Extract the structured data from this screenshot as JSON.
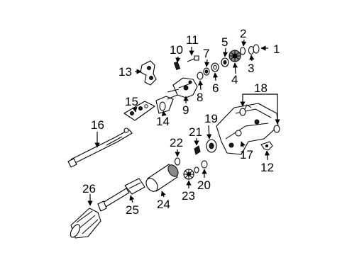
{
  "callouts": {
    "c1": "1",
    "c2": "2",
    "c3": "3",
    "c4": "4",
    "c5": "5",
    "c6": "6",
    "c7": "7",
    "c8": "8",
    "c9": "9",
    "c10": "10",
    "c11": "11",
    "c12": "12",
    "c13": "13",
    "c14": "14",
    "c15": "15",
    "c16": "16",
    "c17": "17",
    "c18": "18",
    "c19": "19",
    "c20": "20",
    "c21": "21",
    "c22": "22",
    "c23": "23",
    "c24": "24",
    "c25": "25",
    "c26": "26"
  },
  "colors": {
    "ink": "#000000",
    "background": "#ffffff"
  }
}
